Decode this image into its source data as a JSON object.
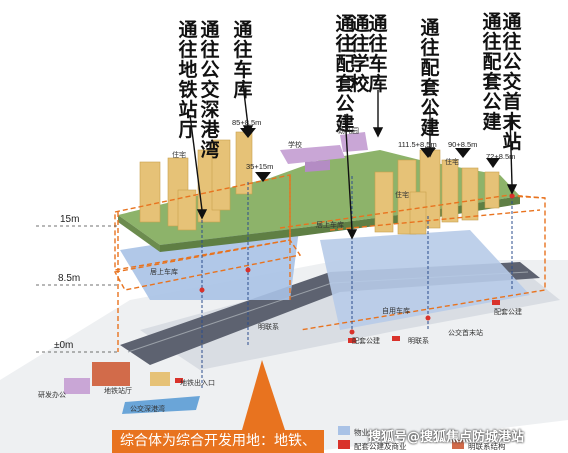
{
  "access_labels": [
    {
      "id": "metro",
      "text": "通往地铁站厅"
    },
    {
      "id": "bus-harbour",
      "text": "通往公交深港湾"
    },
    {
      "id": "garage-1",
      "text": "通往车库"
    },
    {
      "id": "amenity-1",
      "text": "通往配套公建"
    },
    {
      "id": "school",
      "text": "通往学校"
    },
    {
      "id": "garage-2",
      "text": "通往车库"
    },
    {
      "id": "amenity-2",
      "text": "通往配套公建"
    },
    {
      "id": "amenity-3",
      "text": "通往配套公建"
    },
    {
      "id": "bus-terminal",
      "text": "通往公交首末站"
    }
  ],
  "level_labels": [
    "15m",
    "8.5m",
    "±0m"
  ],
  "elevation_tags": [
    "85+8.5m",
    "35+15m",
    "111.5+8.5m",
    "90+8.5m",
    "72+8.5m"
  ],
  "area_labels": [
    "住宅",
    "学校",
    "幼儿园",
    "住宅",
    "住宅",
    "居上车库",
    "居上车库",
    "自用车库",
    "公交首末站",
    "配套公建",
    "明联系",
    "配套公建",
    "明联系",
    "地铁站厅",
    "地铁出入口",
    "公交深港湾",
    "研发办公"
  ],
  "legend": [
    "物业",
    "配套公建及商业",
    "明联系结构"
  ],
  "banner": "综合体为综合开发用地：地铁、",
  "watermark": "搜狐号@搜狐焦点防城港站",
  "colors": {
    "orange": "#e8731f",
    "platform_green": "#7fa35a",
    "garage_blue": "#a9c2e6",
    "tower": "#e6c277",
    "school": "#c9a6d6",
    "track": "#5d6270"
  }
}
